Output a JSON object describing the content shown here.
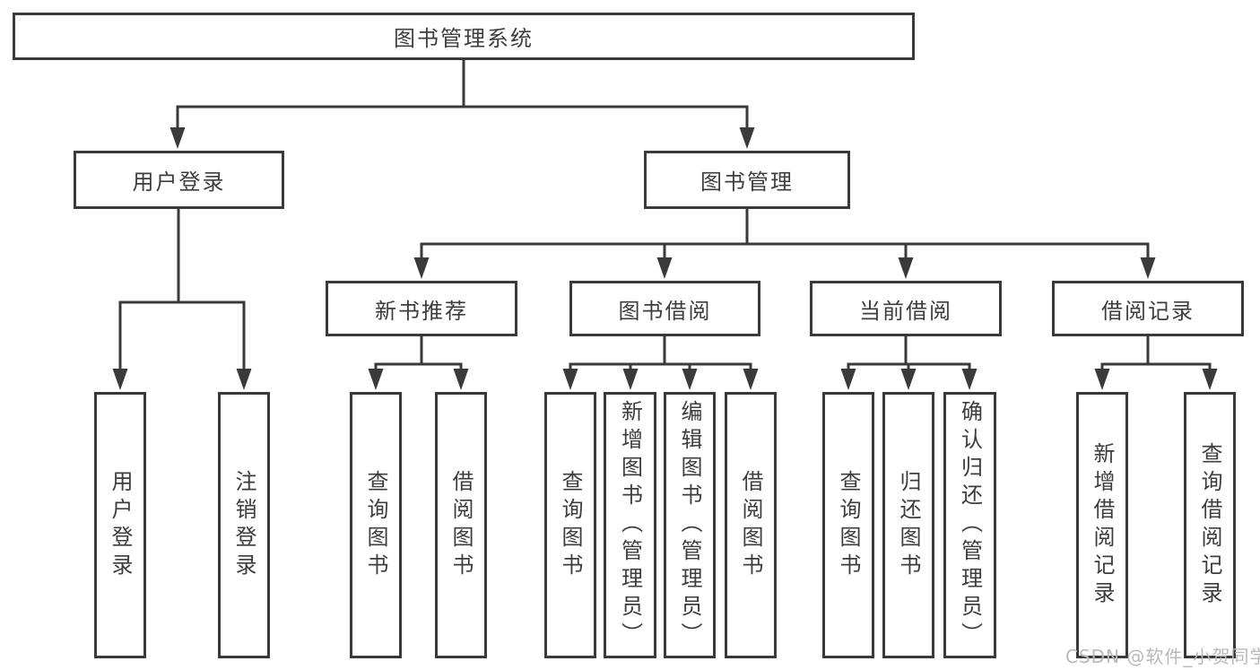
{
  "diagram": {
    "root_label": "图书管理系统",
    "level2": [
      "用户登录",
      "图书管理"
    ],
    "level3": [
      "新书推荐",
      "图书借阅",
      "当前借阅",
      "借阅记录"
    ],
    "leaves_user": [
      "用户登录",
      "注销登录"
    ],
    "leaves_newbook": [
      "查询图书",
      "借阅图书"
    ],
    "leaves_borrow": [
      "查询图书",
      "新增图书（管理员）",
      "编辑图书（管理员）",
      "借阅图书"
    ],
    "leaves_current": [
      "查询图书",
      "归还图书",
      "确认归还（管理员）"
    ],
    "leaves_records": [
      "新增借阅记录",
      "查询借阅记录"
    ],
    "watermark": "CSDN @软件_小贺同学",
    "colors": {
      "line": "#3a3a3a",
      "text": "#3d3d3d",
      "watermark": "#b9b9b9",
      "background": "#ffffff"
    }
  }
}
